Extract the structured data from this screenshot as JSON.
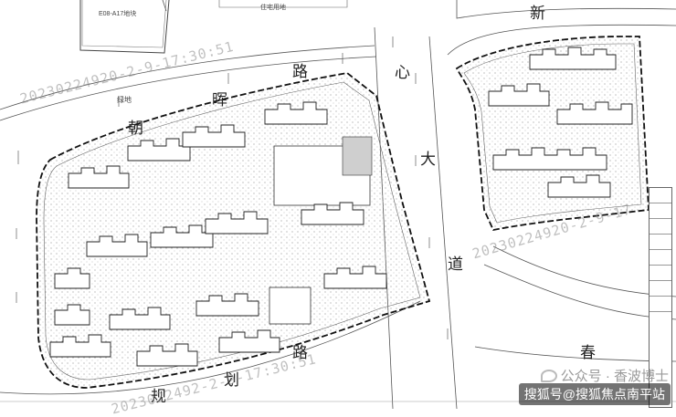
{
  "roads": {
    "chaohui": [
      "朝",
      "晖",
      "路"
    ],
    "xinxin": [
      "心",
      "大",
      "道"
    ],
    "guihua": [
      "规",
      "划",
      "路"
    ],
    "xin": "新",
    "chun": "春"
  },
  "labels": {
    "green_land": "绿地",
    "top_parcel": "E08-A17地块",
    "top_residential": "住宅用地"
  },
  "watermarks": {
    "stamp_a": "20230224920-2-9-17:30:51",
    "stamp_b": "20230224920-2-9-17",
    "stamp_c": "2023022492-2-9-17:30:51"
  },
  "credits": {
    "wechat": "公众号 · 香波博士",
    "sohu": "搜狐号@搜狐焦点南平站"
  },
  "colors": {
    "line": "#333333",
    "hatch": "#9a9a9a",
    "watermark": "#8c8c8c"
  }
}
